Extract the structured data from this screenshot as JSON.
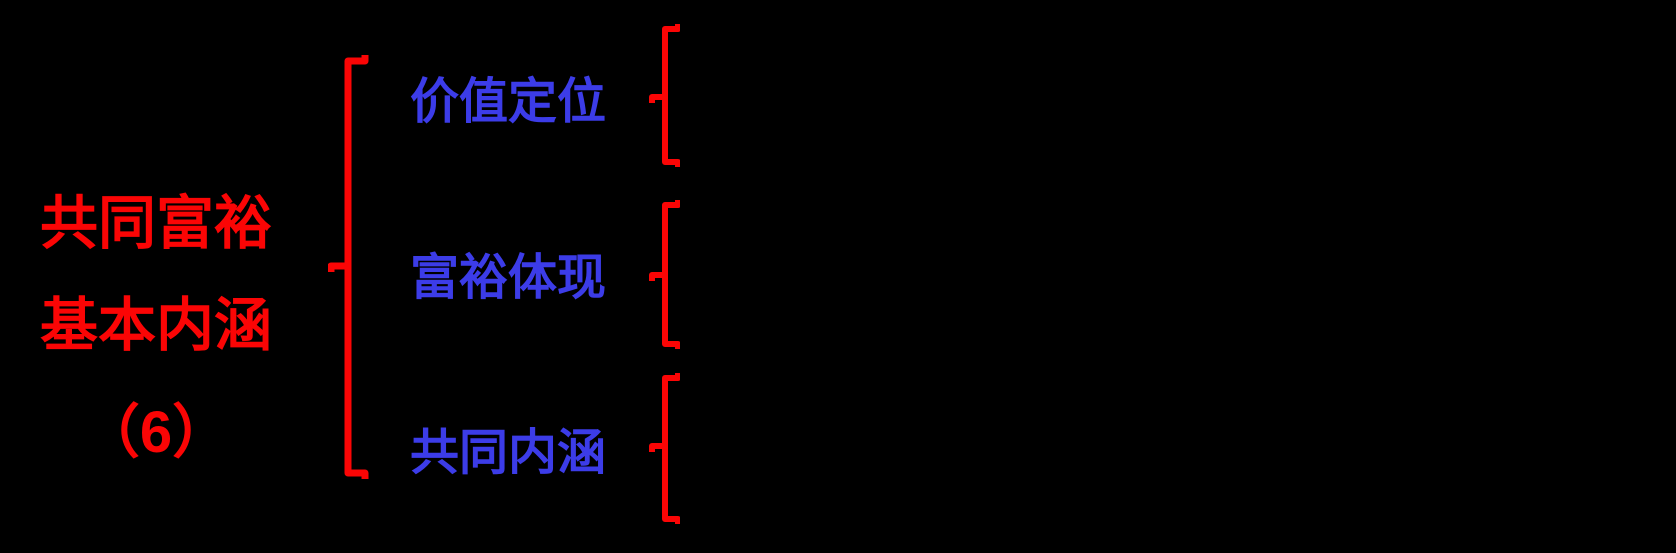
{
  "colors": {
    "background": "#000000",
    "accent_red": "#fb0505",
    "accent_blue": "#3c3ce8"
  },
  "root": {
    "line1": "共同富裕",
    "line2": "基本内涵",
    "line3": "（6）",
    "full_title": "共同富裕基本内涵（6）"
  },
  "branches": [
    {
      "label": "价值定位",
      "content": ""
    },
    {
      "label": "富裕体现",
      "content": ""
    },
    {
      "label": "共同内涵",
      "content": ""
    }
  ]
}
